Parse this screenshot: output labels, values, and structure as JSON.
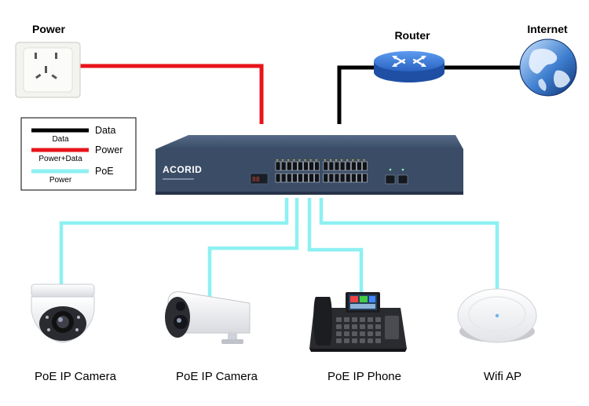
{
  "labels": {
    "power": "Power",
    "router": "Router",
    "internet": "Internet",
    "brand": "ACORID",
    "cam1": "PoE IP Camera",
    "cam2": "PoE IP Camera",
    "phone": "PoE IP Phone",
    "ap": "Wifi AP"
  },
  "legend": {
    "items": [
      {
        "name": "Data",
        "sub": "Data",
        "color": "#000000"
      },
      {
        "name": "Power",
        "sub": "Power+Data",
        "color": "#e8141b"
      },
      {
        "name": "PoE",
        "sub": "Power",
        "color": "#8ef0f2"
      }
    ]
  },
  "colors": {
    "data_line": "#000000",
    "power_line": "#e8141b",
    "poe_line": "#8ef0f2",
    "switch_body": "#3b4d66",
    "router_body": "#2c67c8"
  },
  "icons": {
    "outlet": "power-outlet-icon",
    "router": "router-icon",
    "internet": "globe-icon",
    "switch": "poe-switch-icon",
    "cam1": "dome-camera-icon",
    "cam2": "bullet-camera-icon",
    "phone": "ip-phone-icon",
    "ap": "wifi-ap-icon"
  }
}
